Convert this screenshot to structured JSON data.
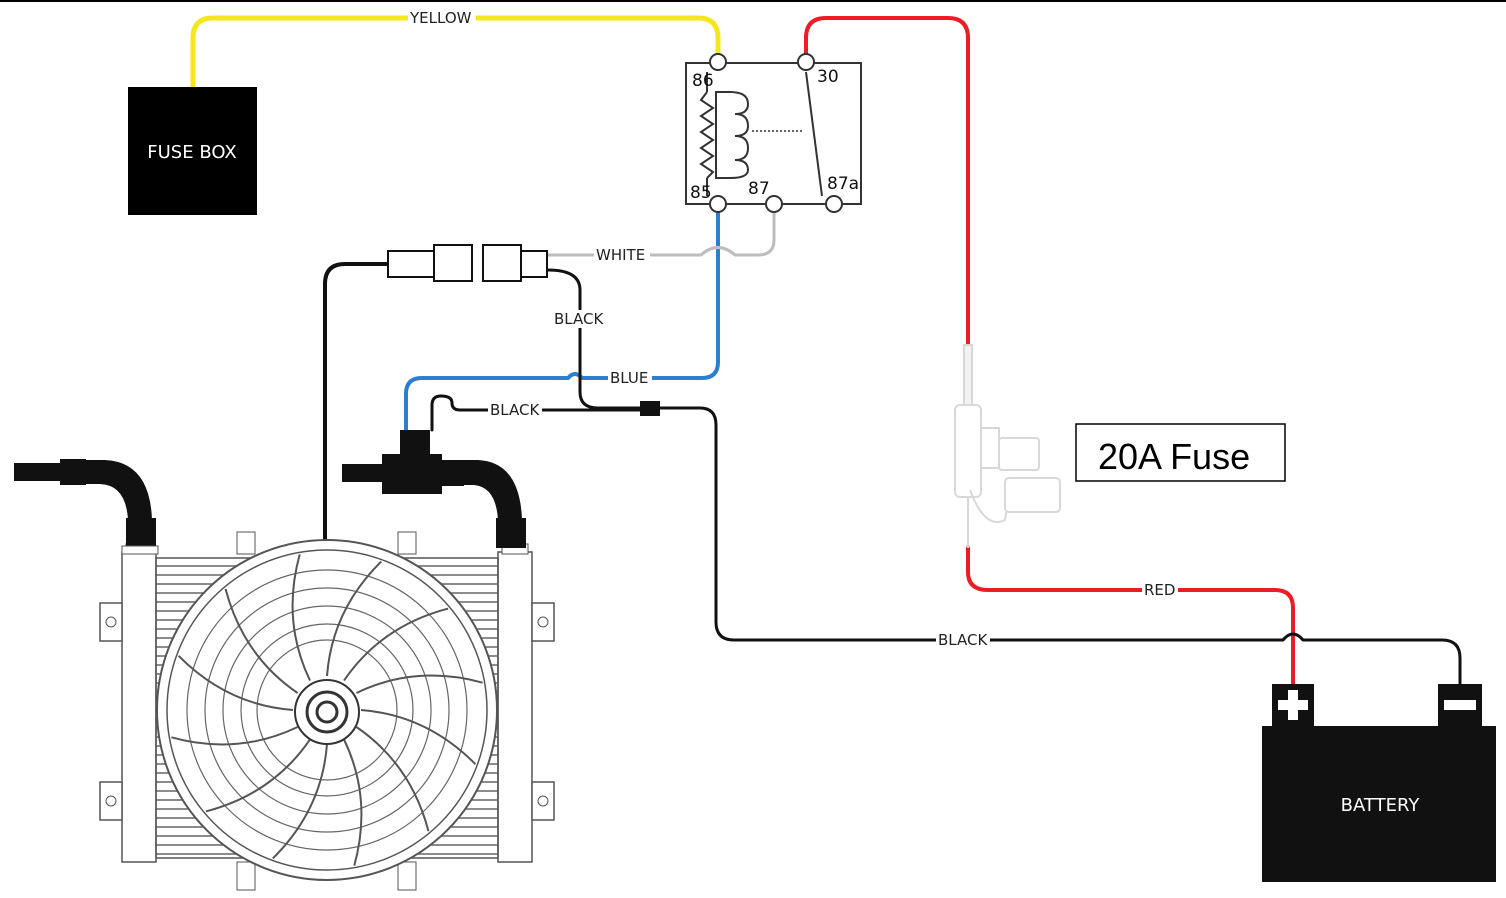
{
  "components": {
    "fuse_box": "FUSE BOX",
    "battery": "BATTERY",
    "fuse_callout": "20A Fuse"
  },
  "relay_terminals": {
    "t86": "86",
    "t30": "30",
    "t85": "85",
    "t87": "87",
    "t87a": "87a"
  },
  "wires": {
    "yellow": "YELLOW",
    "white": "WHITE",
    "black_a": "BLACK",
    "blue": "BLUE",
    "black_b": "BLACK",
    "red": "RED",
    "black_c": "BLACK"
  },
  "colors": {
    "yellow": "#f5e71c",
    "red": "#ee1c24",
    "blue": "#2a7fd0",
    "white_wire": "#bdbdbd",
    "black": "#111111"
  }
}
